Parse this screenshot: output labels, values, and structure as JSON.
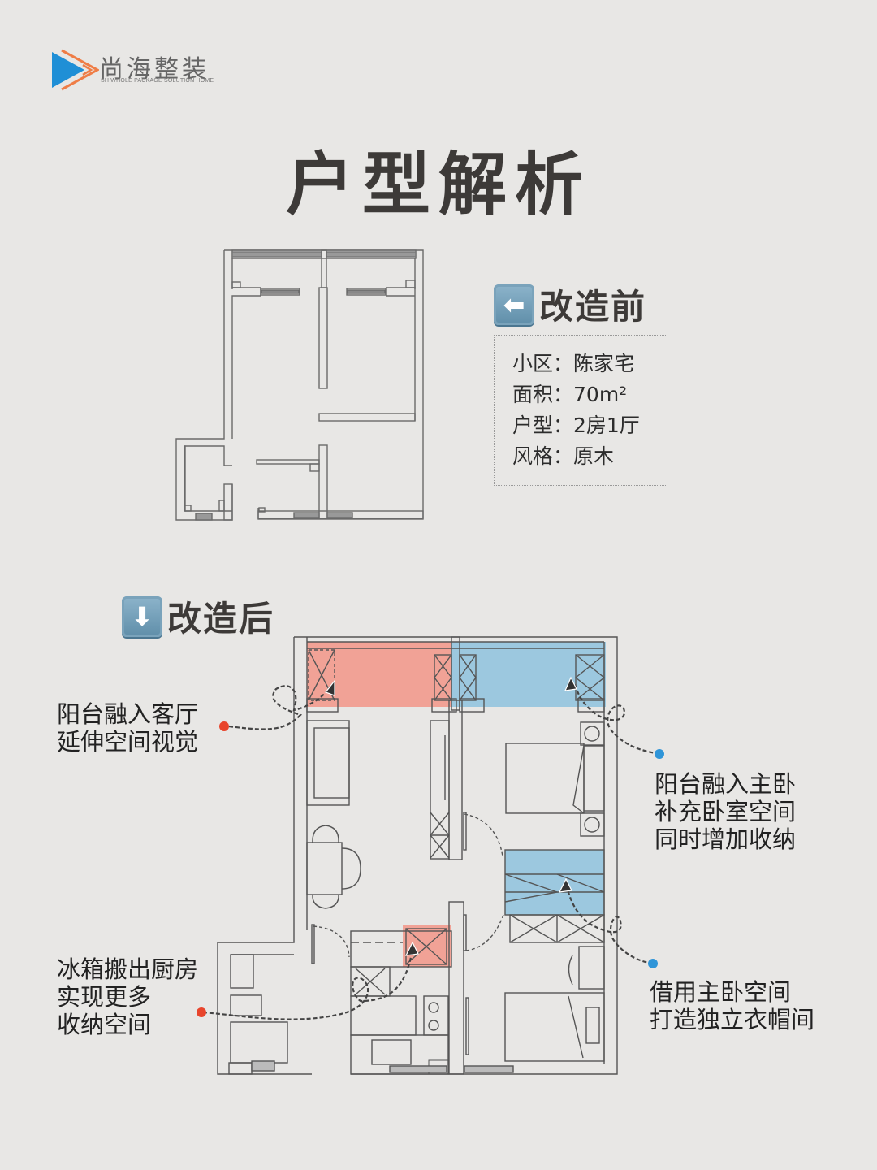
{
  "brand": {
    "name": "尚海整装",
    "tagline": "SH WHOLE PACKAGE SOLUTION HOME",
    "colors": {
      "play_blue": "#1f8fd6",
      "play_orange": "#ef7d46"
    }
  },
  "page_title": "户型解析",
  "before": {
    "heading": "改造前",
    "icon": "left-arrow-key-icon",
    "icon_glyph": "⬅",
    "info": [
      {
        "label": "小区：",
        "value": "陈家宅"
      },
      {
        "label": "面积：",
        "value": "70m²"
      },
      {
        "label": "户型：",
        "value": "2房1厅"
      },
      {
        "label": "风格：",
        "value": "原木"
      }
    ]
  },
  "after": {
    "heading": "改造后",
    "icon": "down-arrow-key-icon",
    "icon_glyph": "⬇",
    "annotations": [
      {
        "id": "living-balcony",
        "lines": [
          "阳台融入客厅",
          "延伸空间视觉"
        ],
        "marker_color": "#e8452c"
      },
      {
        "id": "master-balcony",
        "lines": [
          "阳台融入主卧",
          "补充卧室空间",
          "同时增加收纳"
        ],
        "marker_color": "#2f95d8"
      },
      {
        "id": "fridge",
        "lines": [
          "冰箱搬出厨房",
          "实现更多",
          "收纳空间"
        ],
        "marker_color": "#e8452c"
      },
      {
        "id": "cloakroom",
        "lines": [
          "借用主卧空间",
          "打造独立衣帽间"
        ],
        "marker_color": "#2f95d8"
      }
    ]
  },
  "colors": {
    "background": "#e8e7e5",
    "highlight_red": "#f1a296",
    "highlight_blue": "#9cc8df",
    "wall_line": "#555555",
    "title_text": "#3d3a38"
  }
}
